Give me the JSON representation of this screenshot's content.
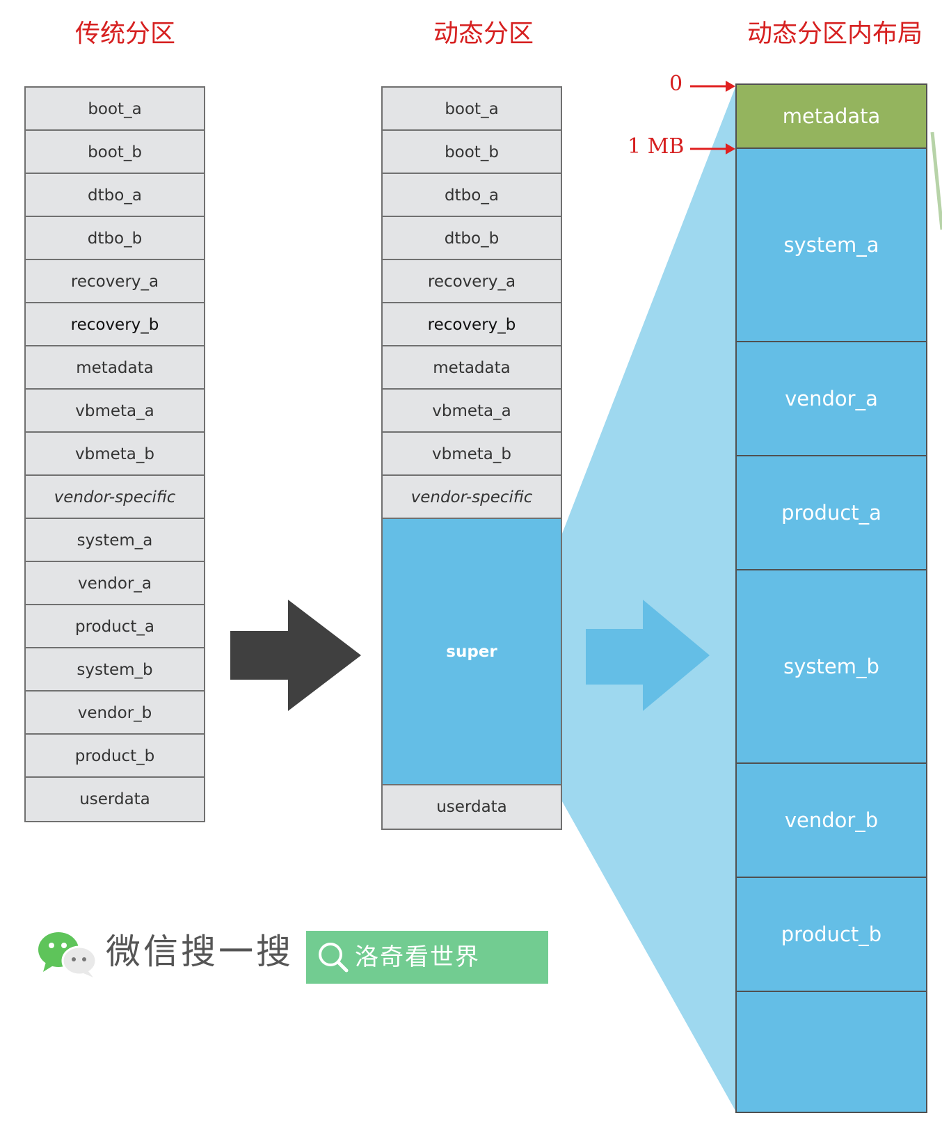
{
  "titles": {
    "traditional": "传统分区",
    "dynamic": "动态分区",
    "layout": "动态分区内布局"
  },
  "traditional_partitions": [
    "boot_a",
    "boot_b",
    "dtbo_a",
    "dtbo_b",
    "recovery_a",
    "recovery_b",
    "metadata",
    "vbmeta_a",
    "vbmeta_b",
    "vendor-specific",
    "system_a",
    "vendor_a",
    "product_a",
    "system_b",
    "vendor_b",
    "product_b",
    "userdata"
  ],
  "dynamic_partitions": [
    "boot_a",
    "boot_b",
    "dtbo_a",
    "dtbo_b",
    "recovery_a",
    "recovery_b",
    "metadata",
    "vbmeta_a",
    "vbmeta_b",
    "vendor-specific",
    "super",
    "userdata"
  ],
  "super_layout": [
    "metadata",
    "system_a",
    "vendor_a",
    "product_a",
    "system_b",
    "vendor_b",
    "product_b",
    ""
  ],
  "markers": {
    "start": "0",
    "metadata_end": "1 MB"
  },
  "watermark": {
    "search_label": "微信搜一搜",
    "account": "洛奇看世界"
  },
  "colors": {
    "title": "#d62020",
    "cell": "#e3e4e6",
    "super": "#64bee6",
    "metadata": "#94b45e",
    "wechat_box": "#72cc91"
  }
}
